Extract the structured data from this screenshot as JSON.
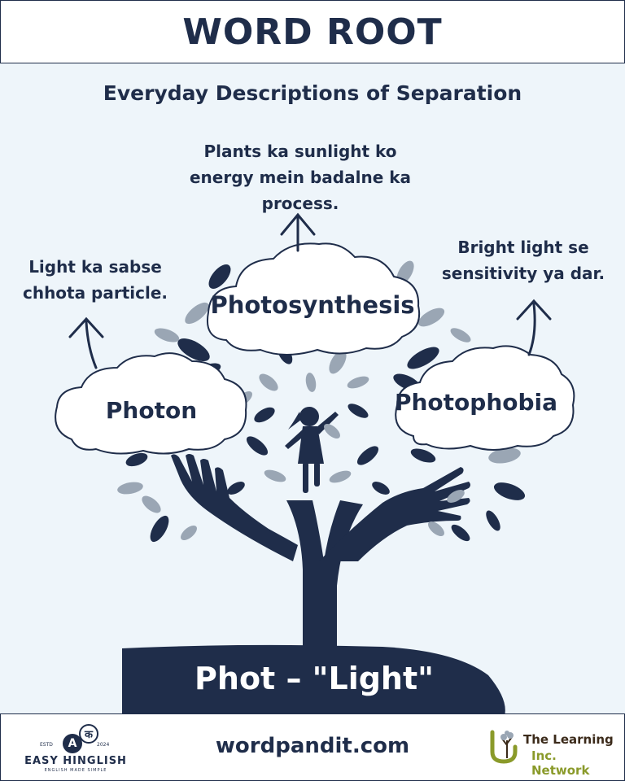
{
  "header": {
    "title": "WORD ROOT"
  },
  "subtitle": "Everyday Descriptions of Separation",
  "words": [
    {
      "word": "Photon",
      "meaning": "Light ka sabse chhota particle."
    },
    {
      "word": "Photosynthesis",
      "meaning": "Plants ka sunlight ko energy mein badalne ka process."
    },
    {
      "word": "Photophobia",
      "meaning": "Bright light se sensitivity ya dar."
    }
  ],
  "root": "Phot – \"Light\"",
  "footer": {
    "site": "wordpandit.com",
    "left_brand": {
      "name": "EASY HINGLISH",
      "tagline": "ENGLISH MADE SIMPLE",
      "estd": "ESTD",
      "year": "2024",
      "glyph_a": "A",
      "glyph_k": "क"
    },
    "right_brand": {
      "line1": "The Learning",
      "line2": "Inc. Network"
    }
  },
  "colors": {
    "navy": "#1f2d4a",
    "background": "#eef5fa",
    "leaf_light": "#9aa6b4",
    "accent_green": "#8a9a2a"
  }
}
